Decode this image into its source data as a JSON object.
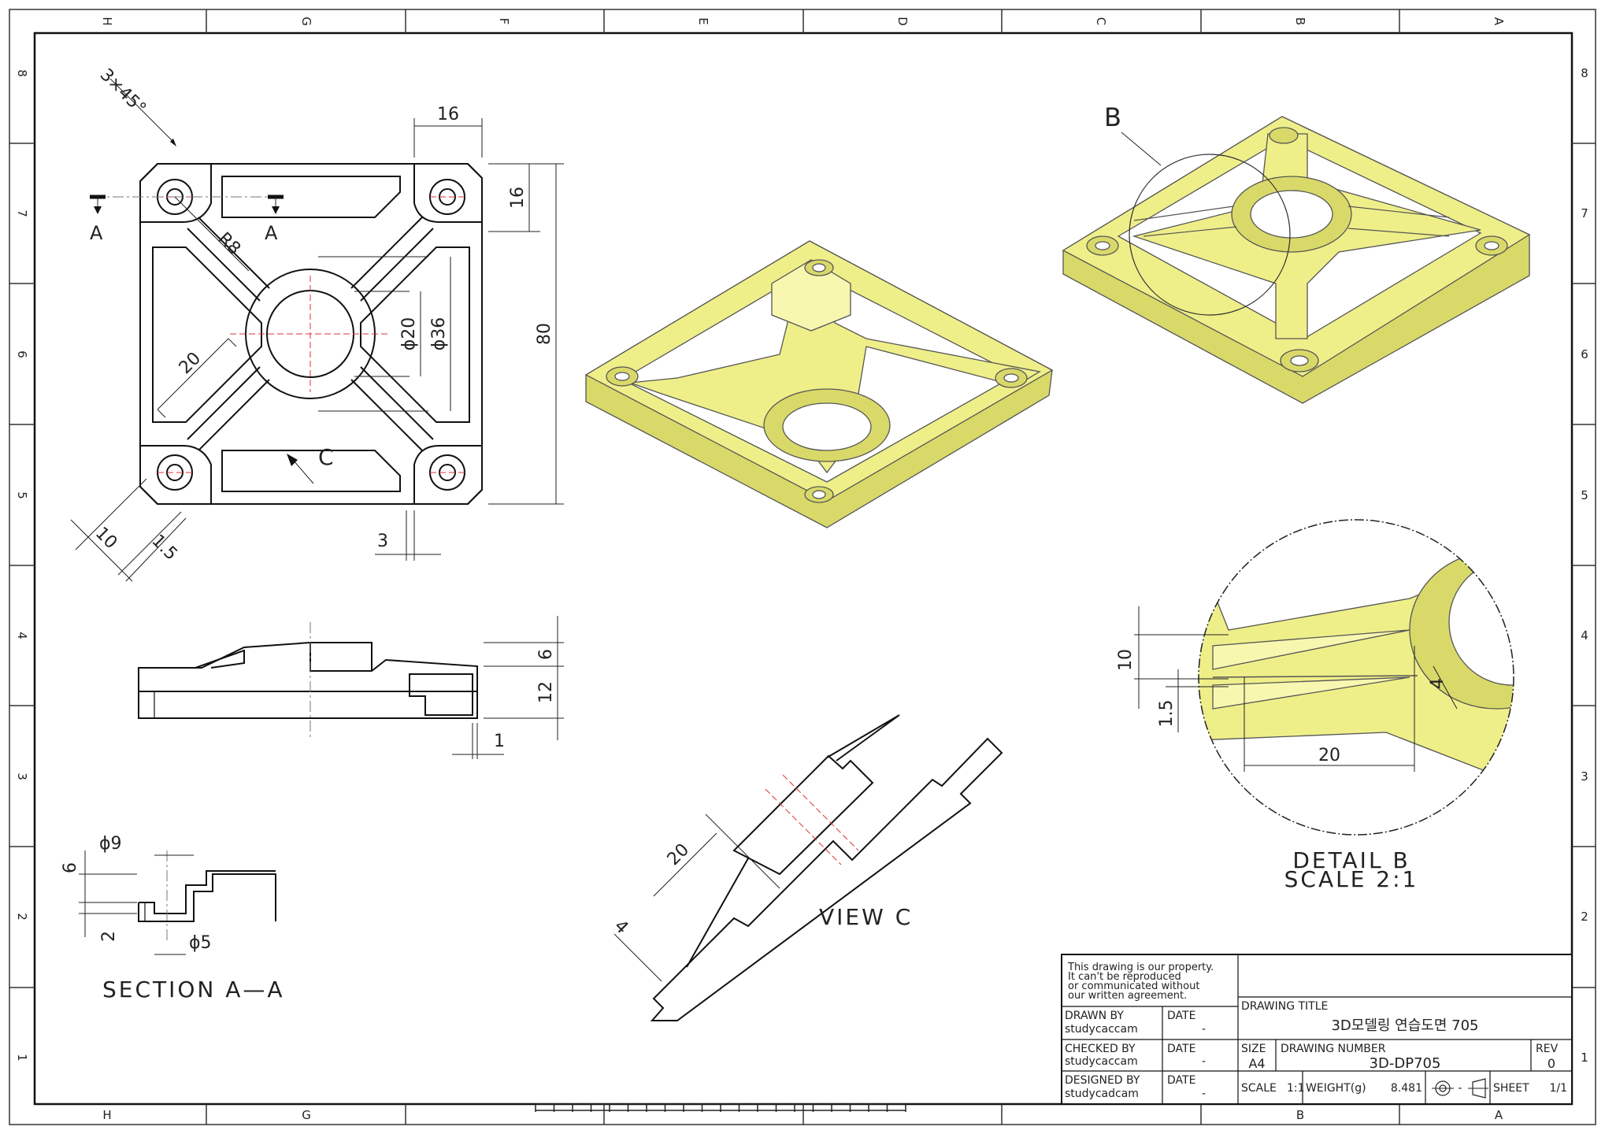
{
  "colors": {
    "part": "#efef8a",
    "part_dark": "#d9d96a",
    "centerline": "#d33"
  },
  "zones": {
    "columns": [
      "H",
      "G",
      "F",
      "E",
      "D",
      "C",
      "B",
      "A"
    ],
    "rows": [
      "8",
      "7",
      "6",
      "5",
      "4",
      "3",
      "2",
      "1"
    ]
  },
  "top_view": {
    "chamfer": "3×45°",
    "section_mark": "A",
    "d16_top": "16",
    "d16_side": "16",
    "d80": "80",
    "r8": "R8",
    "d20": "20",
    "phi20": "ϕ20",
    "phi36": "ϕ36",
    "view_arrow": "C",
    "d10": "10",
    "d15": "1.5",
    "d3": "3"
  },
  "front_view": {
    "d6": "6",
    "d12": "12",
    "d1": "1"
  },
  "section": {
    "phi9": "ϕ9",
    "d6": "6",
    "d2": "2",
    "phi5": "ϕ5",
    "label": "SECTION  A—A"
  },
  "view_c": {
    "d20": "20",
    "d4": "4",
    "label": "VIEW  C"
  },
  "detail": {
    "callout": "B",
    "d10": "10",
    "d15": "1.5",
    "d4": "4",
    "d20": "20",
    "title": "DETAIL  B",
    "scale": "SCALE  2:1"
  },
  "title_block": {
    "notice": [
      "This drawing is our property.",
      "It can't be reproduced",
      "or communicated without",
      "our written agreement."
    ],
    "drawn_by_label": "DRAWN BY",
    "drawn_by": "studycaccam",
    "checked_by_label": "CHECKED BY",
    "checked_by": "studycaccam",
    "designed_by_label": "DESIGNED BY",
    "designed_by": "studycadcam",
    "date_label": "DATE",
    "date_value": "-",
    "drawing_title_label": "DRAWING TITLE",
    "drawing_title": "3D모델링 연습도면 705",
    "size_label": "SIZE",
    "size": "A4",
    "drawing_number_label": "DRAWING NUMBER",
    "drawing_number": "3D-DP705",
    "rev_label": "REV",
    "rev": "0",
    "scale_label": "SCALE",
    "scale": "1:1",
    "weight_label": "WEIGHT(g)",
    "weight": "8.481",
    "projection_sep": "-",
    "sheet_label": "SHEET",
    "sheet": "1/1"
  }
}
